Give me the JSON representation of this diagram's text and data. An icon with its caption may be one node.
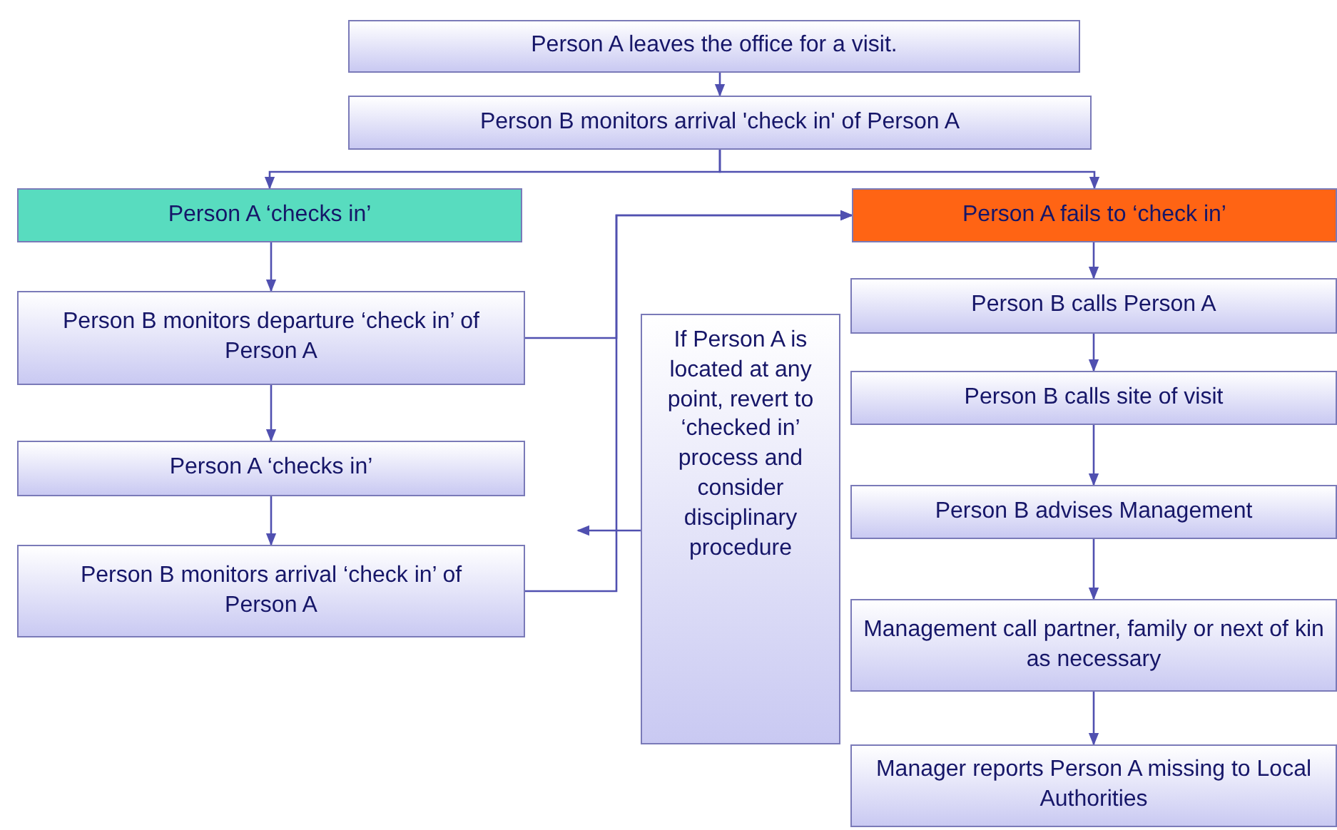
{
  "diagram": {
    "nodes": [
      {
        "text": [
          "Person A leaves the office for a visit."
        ]
      },
      {
        "text": [
          "Person B monitors arrival 'check in' of Person A"
        ]
      },
      {
        "text": [
          "Person A ‘checks in’"
        ]
      },
      {
        "text": [
          "Person A fails to ‘check in’"
        ]
      },
      {
        "text": [
          "Person B monitors departure ‘check in’ of Person A"
        ]
      },
      {
        "text": [
          "Person A ‘checks in’"
        ]
      },
      {
        "text": [
          "Person B monitors arrival ‘check in’ of Person A"
        ]
      },
      {
        "text": [
          "If Person A is located at any point, revert to ‘checked in’ process and consider disciplinary procedure"
        ]
      },
      {
        "text": [
          "Person B calls Person A"
        ]
      },
      {
        "text": [
          "Person B calls site of visit"
        ]
      },
      {
        "text": [
          "Person B advises Management"
        ]
      },
      {
        "text": [
          "Management call partner, family or next of kin as necessary"
        ]
      },
      {
        "text": [
          "Manager reports Person A missing to Local Authorities"
        ]
      }
    ],
    "edges": [
      {
        "from": 0,
        "to": 1,
        "arrow": "to"
      },
      {
        "from": 1,
        "to": 2,
        "arrow": "to"
      },
      {
        "from": 1,
        "to": 3,
        "arrow": "to"
      },
      {
        "from": 2,
        "to": 4,
        "arrow": "to"
      },
      {
        "from": 4,
        "to": 5,
        "arrow": "to"
      },
      {
        "from": 5,
        "to": 6,
        "arrow": "to"
      },
      {
        "from": 4,
        "to": 3,
        "arrow": "to"
      },
      {
        "from": 6,
        "to": 3,
        "arrow": "to"
      },
      {
        "from": 7,
        "to": null,
        "arrow": "to"
      },
      {
        "from": 3,
        "to": 8,
        "arrow": "to"
      },
      {
        "from": 8,
        "to": 9,
        "arrow": "to"
      },
      {
        "from": 9,
        "to": 10,
        "arrow": "to"
      },
      {
        "from": 10,
        "to": 11,
        "arrow": "to"
      },
      {
        "from": 11,
        "to": 12,
        "arrow": "to"
      }
    ]
  }
}
